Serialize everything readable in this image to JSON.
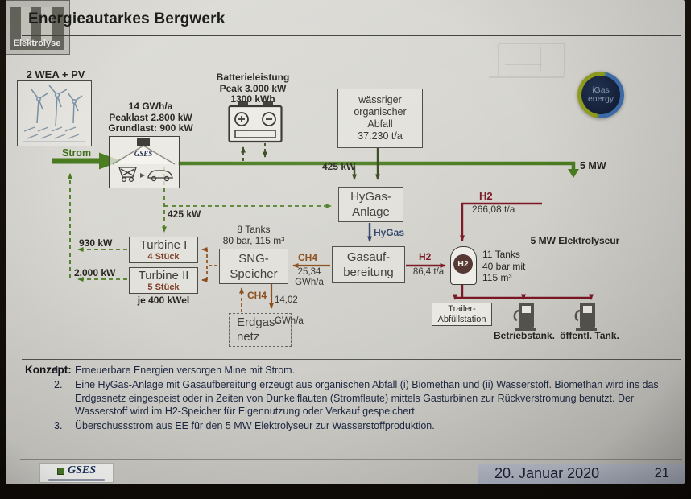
{
  "colors": {
    "electricity_green": "#4a7c20",
    "waste_olive": "#33451a",
    "hygas_navy": "#2a3f68",
    "h2_maroon": "#7b1622",
    "ch4_brown": "#8a4a18"
  },
  "slide": {
    "title": "Energieautarkes Bergwerk",
    "igas_logo": {
      "line1": "iGas",
      "line2": "energy"
    },
    "footer": {
      "logo": "GSES",
      "date": "20. Januar 2020",
      "page": "21"
    }
  },
  "diagram": {
    "wea": {
      "label": "2 WEA + PV"
    },
    "strom_arrow": {
      "label": "Strom"
    },
    "mine": {
      "logo": "GSES",
      "stats": [
        "14 GWh/a",
        "Peaklast 2.800 kW",
        "Grundlast: 900 kW"
      ]
    },
    "battery": {
      "lines": [
        "Batterieleistung",
        "Peak 3.000 kW",
        "1300 kWh"
      ]
    },
    "abfall": {
      "lines": [
        "wässriger",
        "organischer",
        "Abfall",
        "37.230 t/a"
      ]
    },
    "hygas": {
      "input_label": "425 kW",
      "line1": "HyGas-",
      "line2": "Anlage",
      "output_label": "HyGas"
    },
    "elektrolyse": {
      "input_label": "5 MW",
      "box_label": "Elektrolyse",
      "caption": "5 MW Elektrolyseur",
      "h2_label": "H2",
      "h2_value": "266,08 t/a"
    },
    "gasaufbereitung": {
      "line1": "Gasauf-",
      "line2": "bereitung"
    },
    "ch4_to_sng": {
      "label": "CH4",
      "value1": "25,34",
      "value2": "GWh/a"
    },
    "h2_to_tank": {
      "label": "H2",
      "value": "86,4 t/a"
    },
    "h2_tank": {
      "symbol": "H2",
      "info": [
        "11 Tanks",
        "40 bar mit",
        "115 m³"
      ]
    },
    "sng": {
      "caption1": "8 Tanks",
      "caption2": "80 bar, 115 m³",
      "line1": "SNG-",
      "line2": "Speicher"
    },
    "turbines": {
      "feed_label": "425 kW",
      "t1": "Turbine I",
      "t1_count": "4 Stück",
      "t1_out": "930 kW",
      "t2": "Turbine II",
      "t2_count": "5 Stück",
      "t2_out": "2.000 kW",
      "caption": "je 400 kWel"
    },
    "erdgasnetz": {
      "label_ch4": "CH4",
      "value1": "14,02",
      "value2": "GWh/a",
      "line1": "Erdgas-",
      "line2": "netz"
    },
    "distribution": {
      "trailer1": "Trailer-",
      "trailer2": "Abfüllstation",
      "tank1": "Betriebstank.",
      "tank2": "öffentl. Tank."
    }
  },
  "konzept": {
    "label": "Konzept:",
    "items": [
      {
        "num": "1.",
        "text": "Erneuerbare Energien versorgen Mine mit Strom."
      },
      {
        "num": "2.",
        "text": "Eine HyGas-Anlage mit Gasaufbereitung erzeugt aus organischen Abfall (i) Biomethan und (ii) Wasserstoff. Biomethan wird ins das Erdgasnetz eingespeist oder in Zeiten von Dunkelflauten (Stromflaute) mittels Gasturbinen zur Rückverstromung benutzt. Der Wasserstoff wird im H2-Speicher für Eigennutzung oder Verkauf gespeichert."
      },
      {
        "num": "3.",
        "text": "Überschussstrom aus EE für den 5 MW Elektrolyseur zur Wasserstoffproduktion."
      }
    ]
  }
}
